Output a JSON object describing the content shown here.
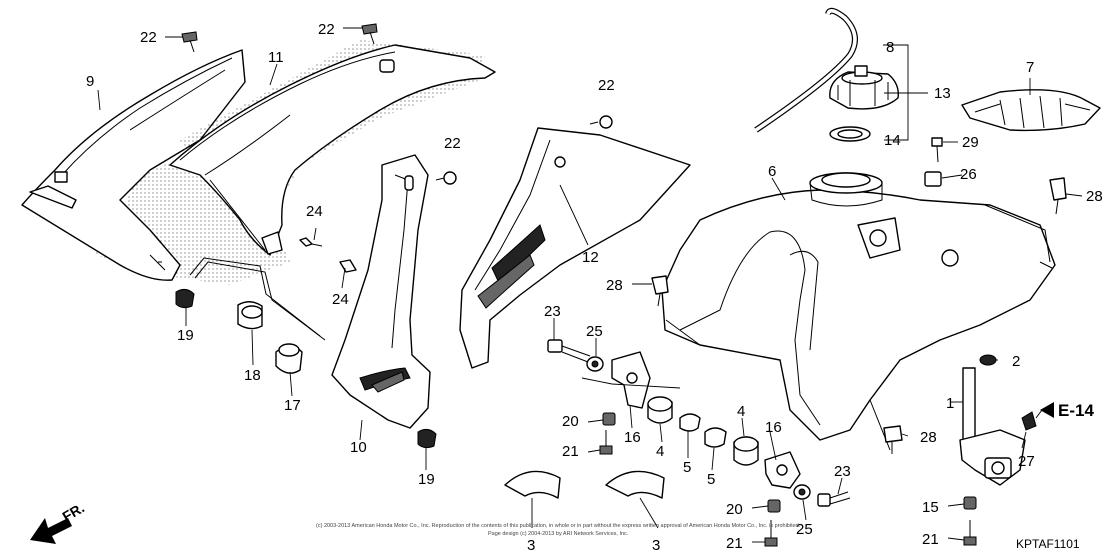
{
  "labels": {
    "p22a": "22",
    "p22b": "22",
    "p22c": "22",
    "p22d": "22",
    "p9": "9",
    "p11": "11",
    "p8": "8",
    "p13": "13",
    "p14": "14",
    "p7": "7",
    "p29": "29",
    "p26": "26",
    "p28a": "28",
    "p28b": "28",
    "p28c": "28",
    "p6": "6",
    "p12": "12",
    "p24a": "24",
    "p24b": "24",
    "p19a": "19",
    "p19b": "19",
    "p18": "18",
    "p17": "17",
    "p10": "10",
    "p23a": "23",
    "p23b": "23",
    "p25a": "25",
    "p25b": "25",
    "p20a": "20",
    "p20b": "20",
    "p21a": "21",
    "p21b": "21",
    "p21c": "21",
    "p16a": "16",
    "p16b": "16",
    "p4a": "4",
    "p4b": "4",
    "p5a": "5",
    "p5b": "5",
    "p3a": "3",
    "p3b": "3",
    "p2": "2",
    "p1": "1",
    "p27": "27",
    "p15": "15"
  },
  "reference": "E-14",
  "front_marker": "FR.",
  "diagram_code": "KPTAF1101",
  "copyright": [
    "(c) 2003-2013 American Honda Motor Co., Inc. Reproduction of the contents of this publication, in whole or in part without the express written approval of American Honda Motor Co., Inc. is prohibited.",
    "Page design (c) 2004-2013 by ARI Network Services, Inc."
  ]
}
